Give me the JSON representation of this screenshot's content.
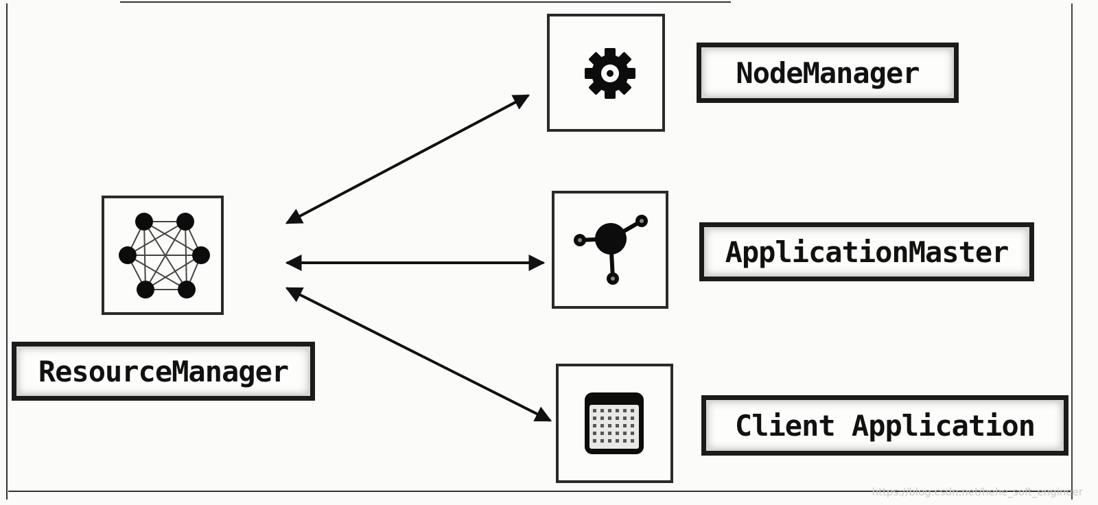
{
  "nodes": {
    "resource_manager": {
      "label": "ResourceManager",
      "icon": "network-mesh-icon"
    },
    "node_manager": {
      "label": "NodeManager",
      "icon": "gear-icon"
    },
    "application_master": {
      "label": "ApplicationMaster",
      "icon": "molecule-icon"
    },
    "client_application": {
      "label": "Client Application",
      "icon": "calendar-grid-icon"
    }
  },
  "watermark": "https://blog.csdn.net/hehe_soft_engineer",
  "colors": {
    "ink": "#111111",
    "paper": "#fbfbf9"
  }
}
